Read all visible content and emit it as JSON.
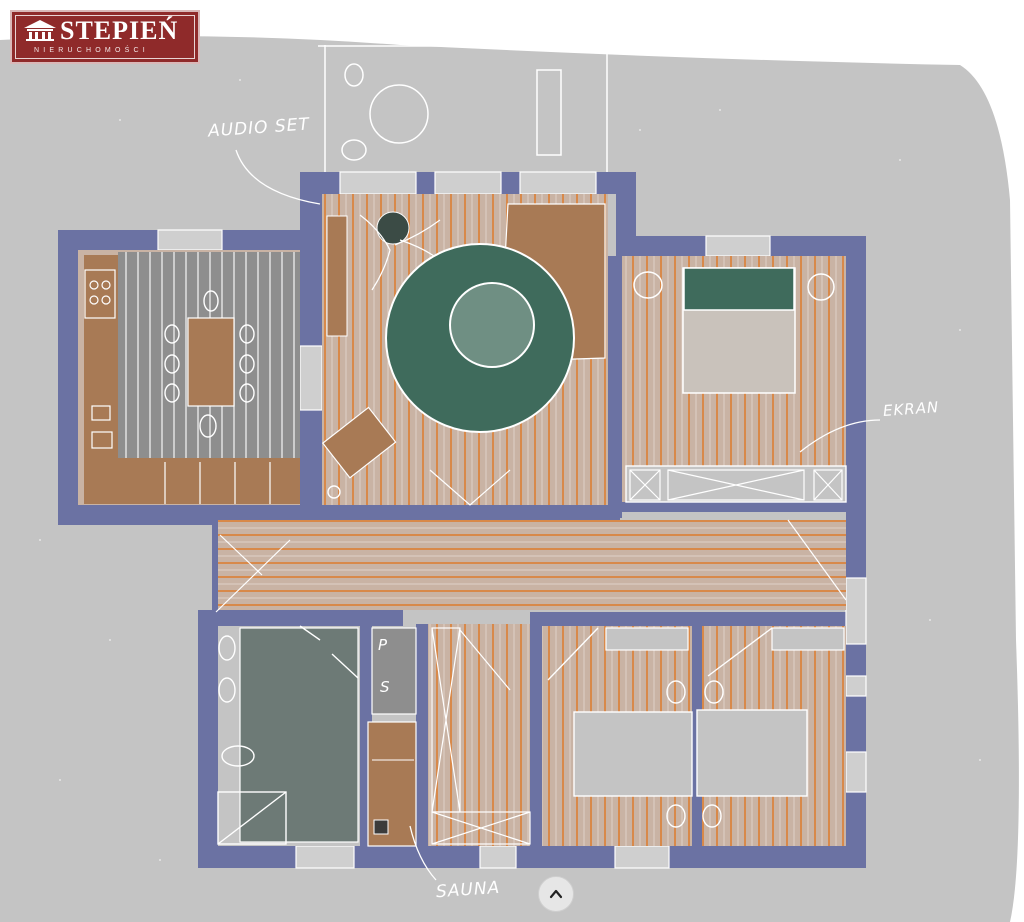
{
  "brand": {
    "name": "STEPIEŃ",
    "tagline": "NIERUCHOMOŚCI"
  },
  "annotations": {
    "audio": "AUDIO SET",
    "ekran": "EKRAN",
    "sauna": "SAUNA",
    "p": "P",
    "s": "S"
  },
  "controls": {
    "scroll_up_icon": "chevron-up-icon"
  },
  "colors": {
    "background": "#c4c4c4",
    "wall": "#6b72a3",
    "floor": "#c9b3a0",
    "plank": "#d88a4a",
    "furniture": "#a87a55",
    "water": "#3f6b5c",
    "bath": "#6d7a76",
    "brand": "#8f2a2a"
  }
}
